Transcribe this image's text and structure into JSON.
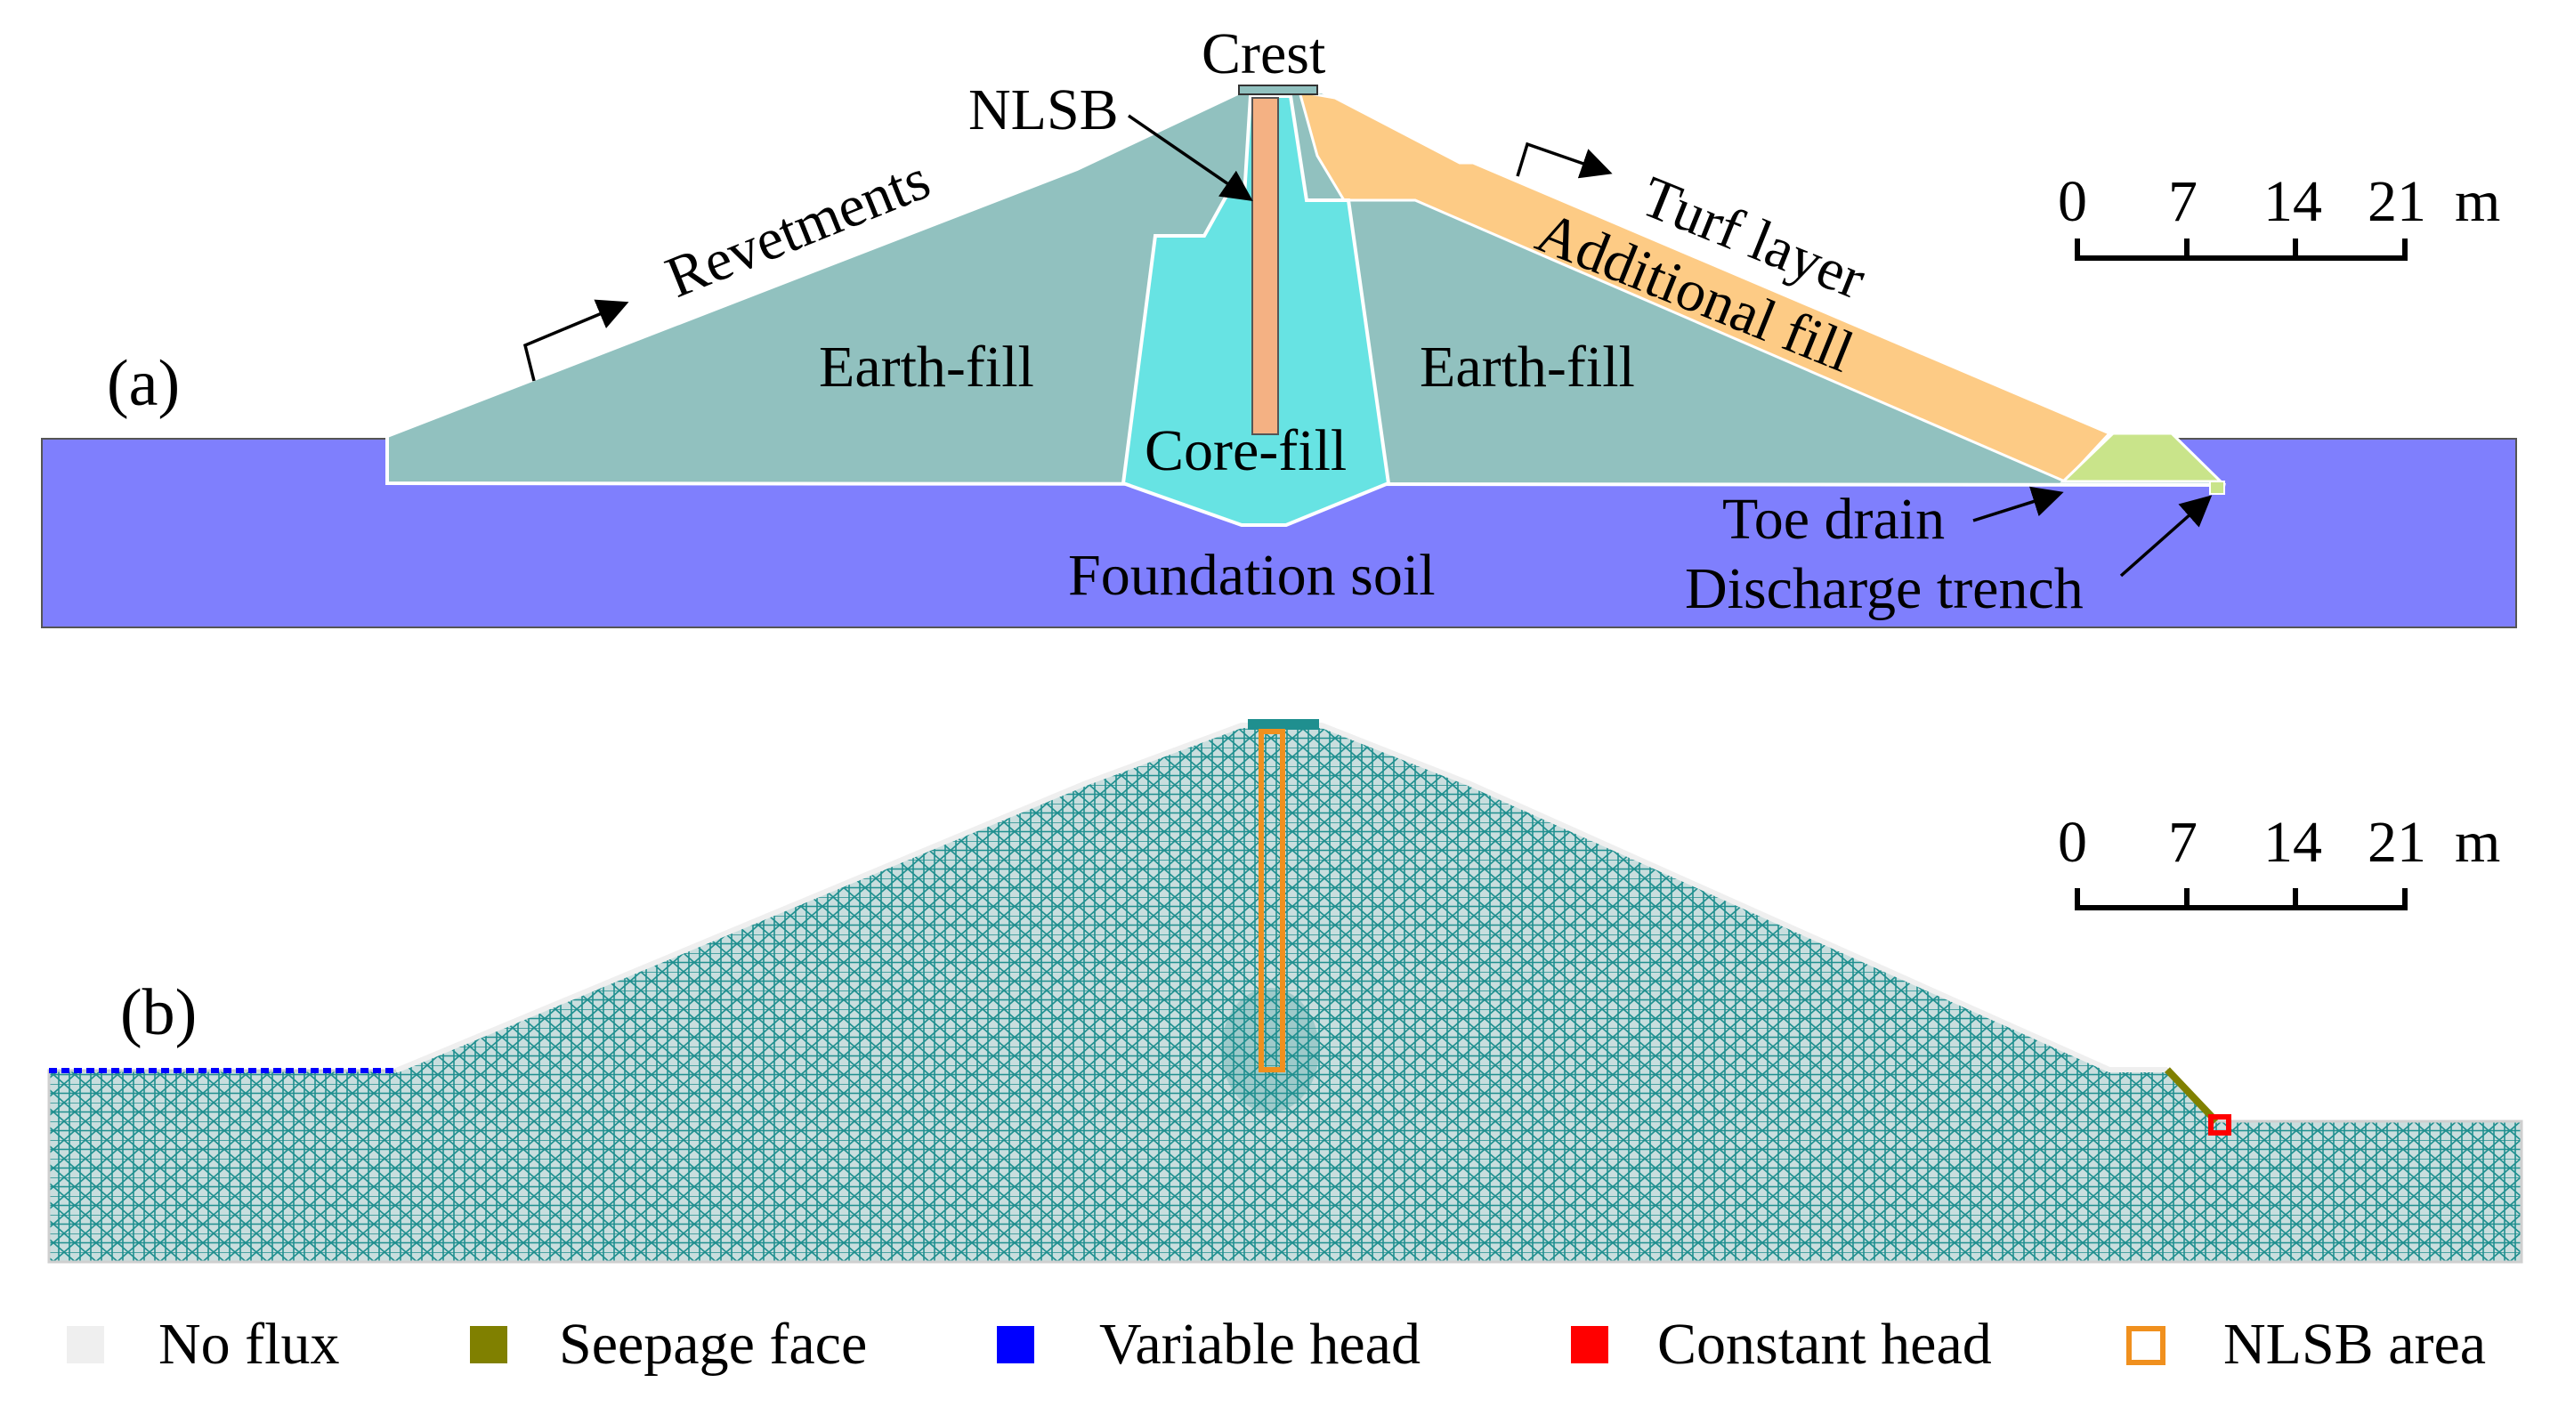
{
  "panel_a": {
    "label": "(a)",
    "crest": "Crest",
    "nlsb": "NLSB",
    "revetments": "Revetments",
    "turf_layer": "Turf layer",
    "additional_fill": "Additional fill",
    "earth_fill_left": "Earth-fill",
    "earth_fill_right": "Earth-fill",
    "core_fill": "Core-fill",
    "foundation_soil": "Foundation soil",
    "toe_drain": "Toe drain",
    "discharge_trench": "Discharge trench",
    "scale": {
      "ticks": [
        "0",
        "7",
        "14",
        "21"
      ],
      "unit": "m"
    }
  },
  "panel_b": {
    "label": "(b)",
    "scale": {
      "ticks": [
        "0",
        "7",
        "14",
        "21"
      ],
      "unit": "m"
    }
  },
  "legend": [
    {
      "label": "No flux",
      "color": "#efefef",
      "style": "filled"
    },
    {
      "label": "Seepage face",
      "color": "#808000",
      "style": "filled"
    },
    {
      "label": "Variable head",
      "color": "#0000ff",
      "style": "filled"
    },
    {
      "label": "Constant head",
      "color": "#ff0000",
      "style": "filled"
    },
    {
      "label": "NLSB area",
      "color": "#f0901e",
      "style": "outline"
    }
  ],
  "colors": {
    "earth_fill": "#91c1bf",
    "core_fill": "#67e3e3",
    "nlsb": "#f4b183",
    "additional_fill": "#fdcb85",
    "toe_drain": "#c9e48a",
    "foundation": "#7f7ffd",
    "mesh": "#1f8f8f"
  }
}
